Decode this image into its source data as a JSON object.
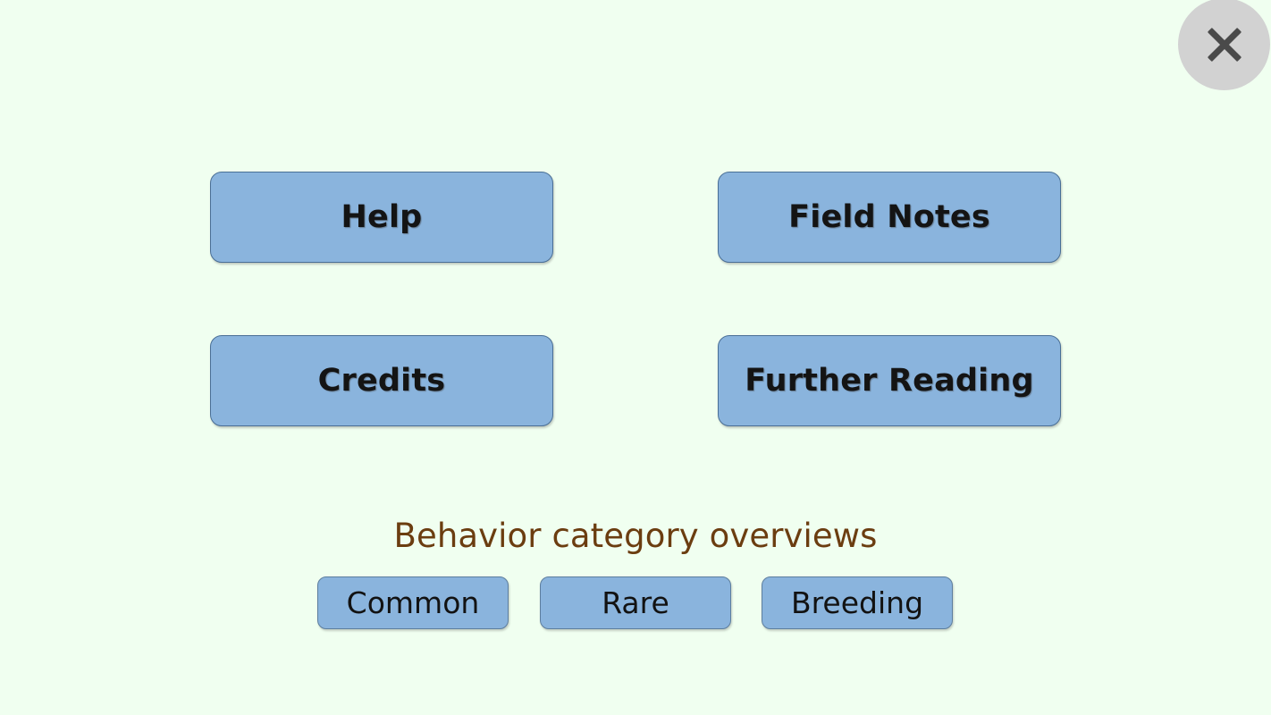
{
  "page": {
    "background_color": "#f0fff0"
  },
  "close": {
    "icon": "close-icon",
    "label": "×",
    "circle_color": "#d2d2d2",
    "glyph_color": "#4a4a4a"
  },
  "main_buttons": [
    {
      "id": "help",
      "label": "Help"
    },
    {
      "id": "field-notes",
      "label": "Field Notes"
    },
    {
      "id": "credits",
      "label": "Credits"
    },
    {
      "id": "further-reading",
      "label": "Further Reading"
    }
  ],
  "section": {
    "heading": "Behavior category overviews",
    "heading_color": "#6b3d10",
    "buttons": [
      {
        "id": "common",
        "label": "Common"
      },
      {
        "id": "rare",
        "label": "Rare"
      },
      {
        "id": "breeding",
        "label": "Breeding"
      }
    ]
  },
  "theme": {
    "button_fill": "#8ab4dd",
    "button_border": "#4a6f96",
    "button_text": "#141414"
  }
}
